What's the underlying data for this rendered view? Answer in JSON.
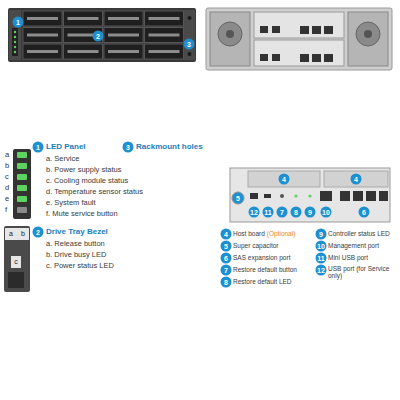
{
  "diagram": {
    "labels": [
      "1",
      "2",
      "3",
      "a",
      "b",
      "c",
      "d",
      "e",
      "f",
      "1",
      "LED Panel",
      "a. Service",
      "b. Power supply status",
      "c. Cooling module status",
      "d. Temperature sensor status",
      "e. System fault",
      "f. Mute service button",
      "3",
      "Rackmount holes",
      "a",
      "b",
      "c",
      "2",
      "Drive Tray Bezel",
      "a. Release button",
      "b. Drive busy LED",
      "c. Power status LED",
      "4",
      "4",
      "5",
      "12",
      "11",
      "7",
      "8",
      "9",
      "10",
      "6",
      "4",
      "Host board",
      "(Optional)",
      "5",
      "Super capacitor",
      "6",
      "SAS expansion port",
      "7",
      "Restore default button",
      "8",
      "Restore default LED",
      "9",
      "Controller status LED",
      "10",
      "Management port",
      "11",
      "Mini USB port",
      "12",
      "USB port (for Service only)"
    ]
  }
}
